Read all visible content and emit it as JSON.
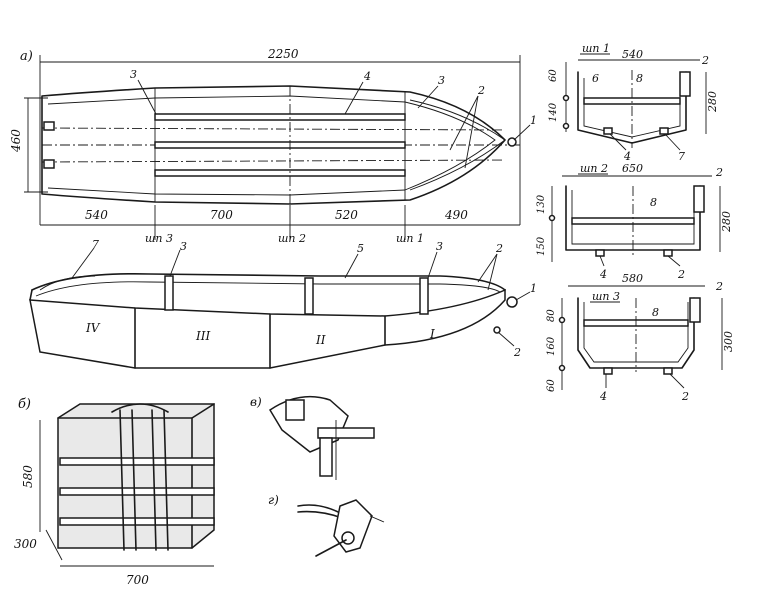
{
  "panels": {
    "a": "а)",
    "b": "б)",
    "v": "в)",
    "g": "г)"
  },
  "plan": {
    "overall_length": "2250",
    "width": "460",
    "seg_1": "540",
    "seg_2": "700",
    "seg_3": "520",
    "seg_4": "490",
    "frame_3": "шп 3",
    "frame_2": "шп 2",
    "frame_1": "шп 1",
    "callout_3a": "3",
    "callout_4": "4",
    "callout_3b": "3",
    "callout_2": "2",
    "callout_1": "1"
  },
  "side": {
    "callout_7": "7",
    "callout_3a": "3",
    "callout_5": "5",
    "callout_3b": "3",
    "callout_2a": "2",
    "callout_1": "1",
    "callout_2b": "2",
    "section_IV": "IV",
    "section_III": "III",
    "section_II": "II",
    "section_I": "I"
  },
  "sec1": {
    "title": "шп 1",
    "top_width": "540",
    "height": "280",
    "v60": "60",
    "v140": "140",
    "l6": "6",
    "l8": "8",
    "l2": "2",
    "l4": "4",
    "l7": "7"
  },
  "sec2": {
    "title": "шп 2",
    "top_width": "650",
    "height": "280",
    "v130": "130",
    "v150": "150",
    "l8": "8",
    "l2a": "2",
    "l4": "4",
    "l2b": "2"
  },
  "sec3": {
    "title": "шп 3",
    "top_width": "580",
    "height": "300",
    "v80": "80",
    "v160": "160",
    "v60": "60",
    "l8": "8",
    "l2a": "2",
    "l4": "4",
    "l2b": "2"
  },
  "package": {
    "height": "580",
    "depth": "300",
    "length": "700"
  }
}
